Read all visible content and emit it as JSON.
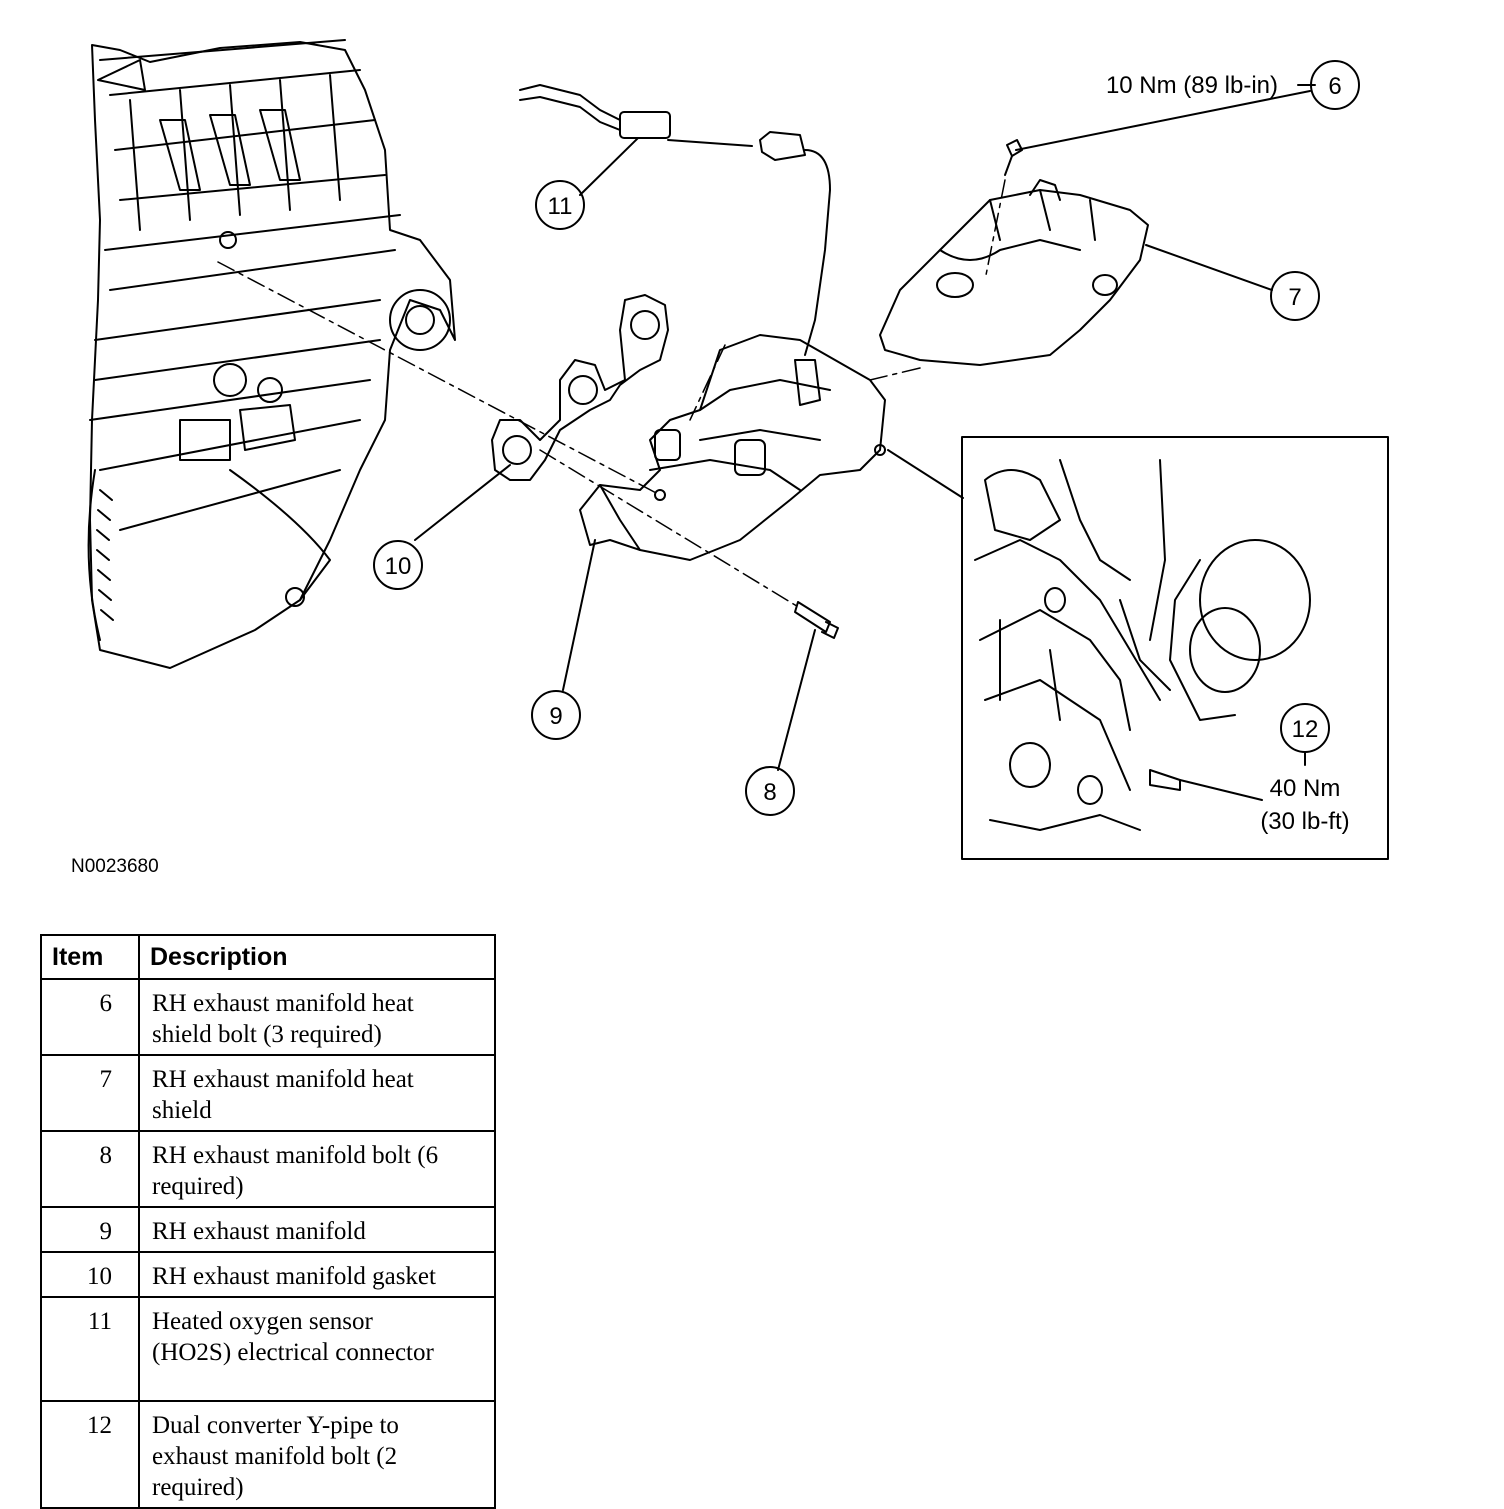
{
  "callouts": {
    "c6": "6",
    "c7": "7",
    "c8": "8",
    "c9": "9",
    "c10": "10",
    "c11": "11",
    "c12": "12"
  },
  "torque": {
    "heat_shield_bolt": "10 Nm (89 lb-in)",
    "ypipe_bolt_line1": "40 Nm",
    "ypipe_bolt_line2": "(30 lb-ft)"
  },
  "figure_id": "N0023680",
  "table": {
    "headers": [
      "Item",
      "Description"
    ],
    "rows": [
      {
        "item": "6",
        "desc1": "RH exhaust manifold heat",
        "desc2": "shield bolt (3 required)",
        "desc3": ""
      },
      {
        "item": "7",
        "desc1": "RH exhaust manifold heat",
        "desc2": "shield",
        "desc3": ""
      },
      {
        "item": "8",
        "desc1": "RH exhaust manifold bolt (6",
        "desc2": "required)",
        "desc3": ""
      },
      {
        "item": "9",
        "desc1": "RH exhaust manifold",
        "desc2": "",
        "desc3": ""
      },
      {
        "item": "10",
        "desc1": "RH exhaust manifold gasket",
        "desc2": "",
        "desc3": ""
      },
      {
        "item": "11",
        "desc1": "Heated oxygen sensor",
        "desc2": "(HO2S) electrical connector",
        "desc3": ""
      },
      {
        "item": "12",
        "desc1": "Dual converter Y-pipe to",
        "desc2": "exhaust manifold bolt (2",
        "desc3": "required)"
      }
    ]
  }
}
